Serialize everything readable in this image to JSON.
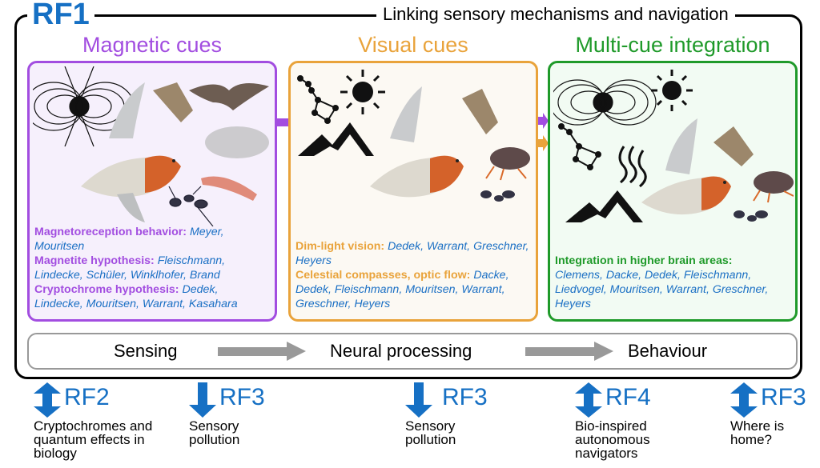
{
  "header": {
    "label": "RF1",
    "title": "Linking sensory mechanisms and navigation"
  },
  "colors": {
    "magnetic": "#a24de0",
    "visual": "#e9a33b",
    "integration": "#1f9a2a",
    "author": "#1a6fc4",
    "rf_blue": "#1670c4",
    "process_gray": "#999999"
  },
  "panels": [
    {
      "title": "Magnetic cues",
      "illustrations": [
        "magnetic-field-earth-icon",
        "robin",
        "moth",
        "bat",
        "magnetite-sample",
        "krill",
        "ant"
      ],
      "entries": [
        {
          "heading": "Magnetoreception behavior:",
          "authors": "Meyer, Mouritsen"
        },
        {
          "heading": "Magnetite hypothesis:",
          "authors": "Fleischmann, Lindecke, Schüler, Winklhofer, Brand"
        },
        {
          "heading": "Cryptochrome hypothesis:",
          "authors": "Dedek, Lindecke, Mouritsen, Warrant, Kasahara"
        }
      ]
    },
    {
      "title": "Visual cues",
      "illustrations": [
        "constellation-icon",
        "sun-icon",
        "mountains-icon",
        "robin",
        "moth",
        "beetle",
        "ant"
      ],
      "entries": [
        {
          "heading": "Dim-light vision:",
          "authors": "Dedek, Warrant, Greschner, Heyers"
        },
        {
          "heading": "Celestial compasses, optic flow:",
          "authors": "Dacke, Dedek, Fleischmann, Mouritsen, Warrant, Greschner, Heyers"
        }
      ]
    },
    {
      "title": "Multi-cue integration",
      "illustrations": [
        "magnetic-field-earth-icon",
        "sun-icon",
        "constellation-icon",
        "odor-icon",
        "mountains-icon",
        "robin",
        "moth",
        "beetle",
        "ant"
      ],
      "entries": [
        {
          "heading": "Integration in higher brain areas:",
          "authors": "Clemens, Dacke, Dedek, Fleischmann, Liedvogel, Mouritsen, Warrant, Greschner, Heyers"
        }
      ]
    }
  ],
  "process": {
    "steps": [
      "Sensing",
      "Neural processing",
      "Behaviour"
    ]
  },
  "research_fields": [
    {
      "label": "RF2",
      "arrow": "bidirectional",
      "description": "Cryptochromes and quantum effects in biology"
    },
    {
      "label": "RF3",
      "arrow": "down",
      "description": "Sensory pollution"
    },
    {
      "label": "RF3",
      "arrow": "down",
      "description": "Sensory pollution"
    },
    {
      "label": "RF4",
      "arrow": "bidirectional",
      "description": "Bio-inspired autonomous navigators"
    },
    {
      "label": "RF3",
      "arrow": "bidirectional",
      "description": "Where is home?"
    }
  ]
}
